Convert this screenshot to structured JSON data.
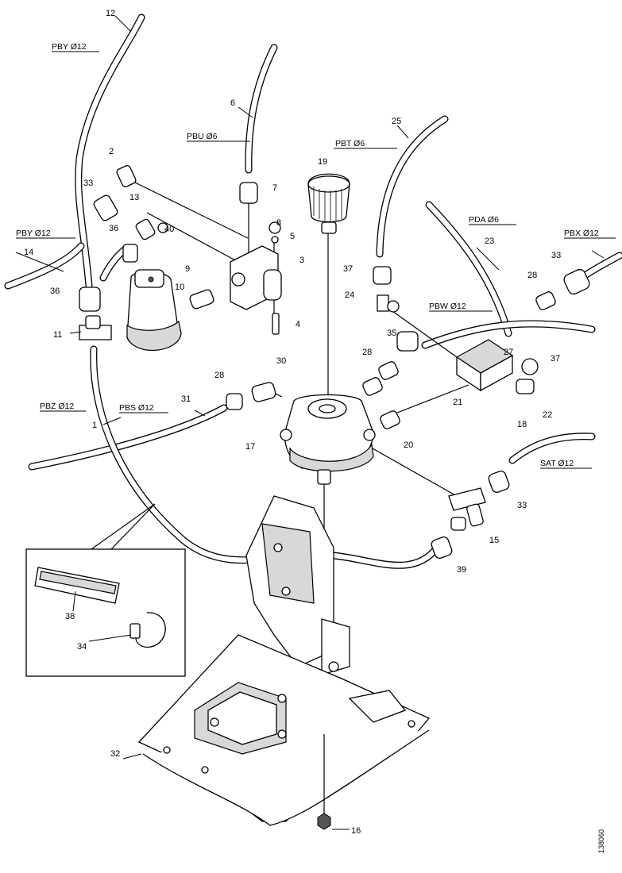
{
  "pipe_labels": {
    "pby_top": "PBY Ø12",
    "pbu": "PBU Ø6",
    "pbt": "PBT Ø6",
    "pby_left": "PBY Ø12",
    "pda": "PDA Ø6",
    "pbx": "PBX Ø12",
    "pbw": "PBW Ø12",
    "pbz": "PBZ Ø12",
    "pbs": "PBS Ø12",
    "sat": "SAT Ø12"
  },
  "part_numbers": {
    "n12": "12",
    "n6": "6",
    "n25": "25",
    "n19": "19",
    "n2": "2",
    "n7": "7",
    "n33a": "33",
    "n13": "13",
    "n8": "8",
    "n5": "5",
    "n36a": "36",
    "n40": "40",
    "n3": "3",
    "n14": "14",
    "n36b": "36",
    "n9": "9",
    "n10": "10",
    "n37a": "37",
    "n24": "24",
    "n23": "23",
    "n33b": "33",
    "n28a": "28",
    "n11": "11",
    "n4": "4",
    "n35": "35",
    "n27": "27",
    "n37b": "37",
    "n21": "21",
    "n28b": "28",
    "n30": "30",
    "n28c": "28",
    "n22": "22",
    "n31": "31",
    "n1": "1",
    "n17": "17",
    "n20": "20",
    "n18": "18",
    "n33c": "33",
    "n15": "15",
    "n39": "39",
    "n38": "38",
    "n34": "34",
    "n32": "32",
    "n16": "16"
  },
  "drawing_ref": "138060"
}
